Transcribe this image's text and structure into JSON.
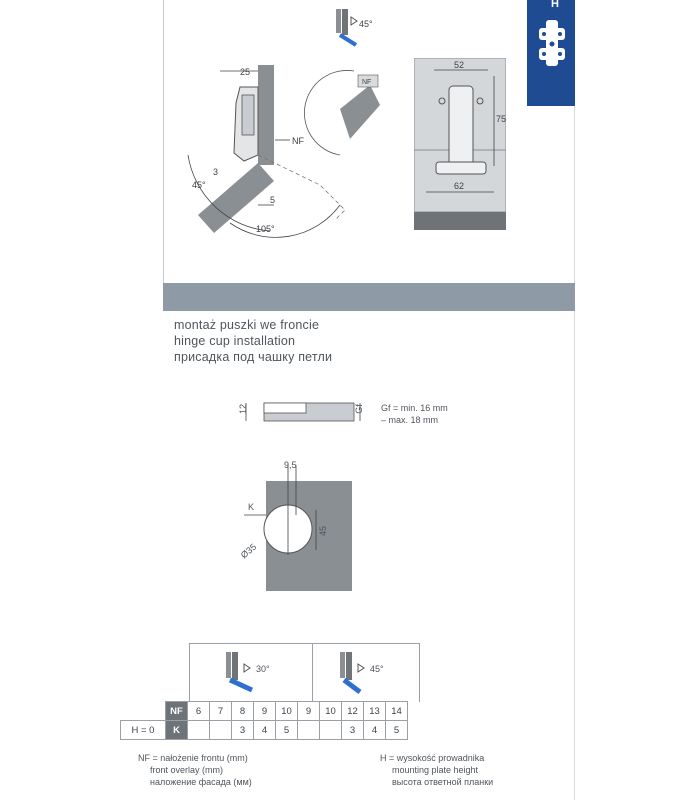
{
  "tab": {
    "letter": "H"
  },
  "top_drawing": {
    "angle_top": "45°",
    "dim_25": "25",
    "nf": "NF",
    "dim_3": "3",
    "angle_45": "45°",
    "dim_5": "5",
    "angle_105": "105°",
    "nf_small": "NF"
  },
  "plate_drawing": {
    "dim_52": "52",
    "dim_75": "75",
    "dim_62": "62"
  },
  "section": {
    "line1": "montaż puszki we froncie",
    "line2": "hinge cup installation",
    "line3": "присадка под чашку петли"
  },
  "cross_section": {
    "dim_12": "12",
    "gf": "Gf",
    "note1": "Gf = min. 16 mm",
    "note2": "– max. 18 mm"
  },
  "drill_drawing": {
    "dim_95": "9,5",
    "k": "K",
    "dim_45": "45",
    "diameter": "Ø35"
  },
  "table": {
    "angle_a": "30°",
    "angle_b": "45°",
    "nf_label": "NF",
    "k_label": "K",
    "row_label": "H = 0",
    "nf_values": [
      "6",
      "7",
      "8",
      "9",
      "10",
      "9",
      "10",
      "12",
      "13",
      "14"
    ],
    "k_values": [
      "",
      "",
      "3",
      "4",
      "5",
      "",
      "",
      "3",
      "4",
      "5"
    ]
  },
  "legend": {
    "left1": "NF = nałożenie frontu (mm)",
    "left2": "front overlay (mm)",
    "left3": "наложение фасада (мм)",
    "right1": "H = wysokość prowadnika",
    "right2": "mounting plate height",
    "right3": "высота ответной планки"
  },
  "colors": {
    "accent_blue": "#1f4b93",
    "band_grey": "#8e9aa5",
    "panel_grey": "#8a8f94",
    "icon_blue": "#2f6fd0"
  }
}
